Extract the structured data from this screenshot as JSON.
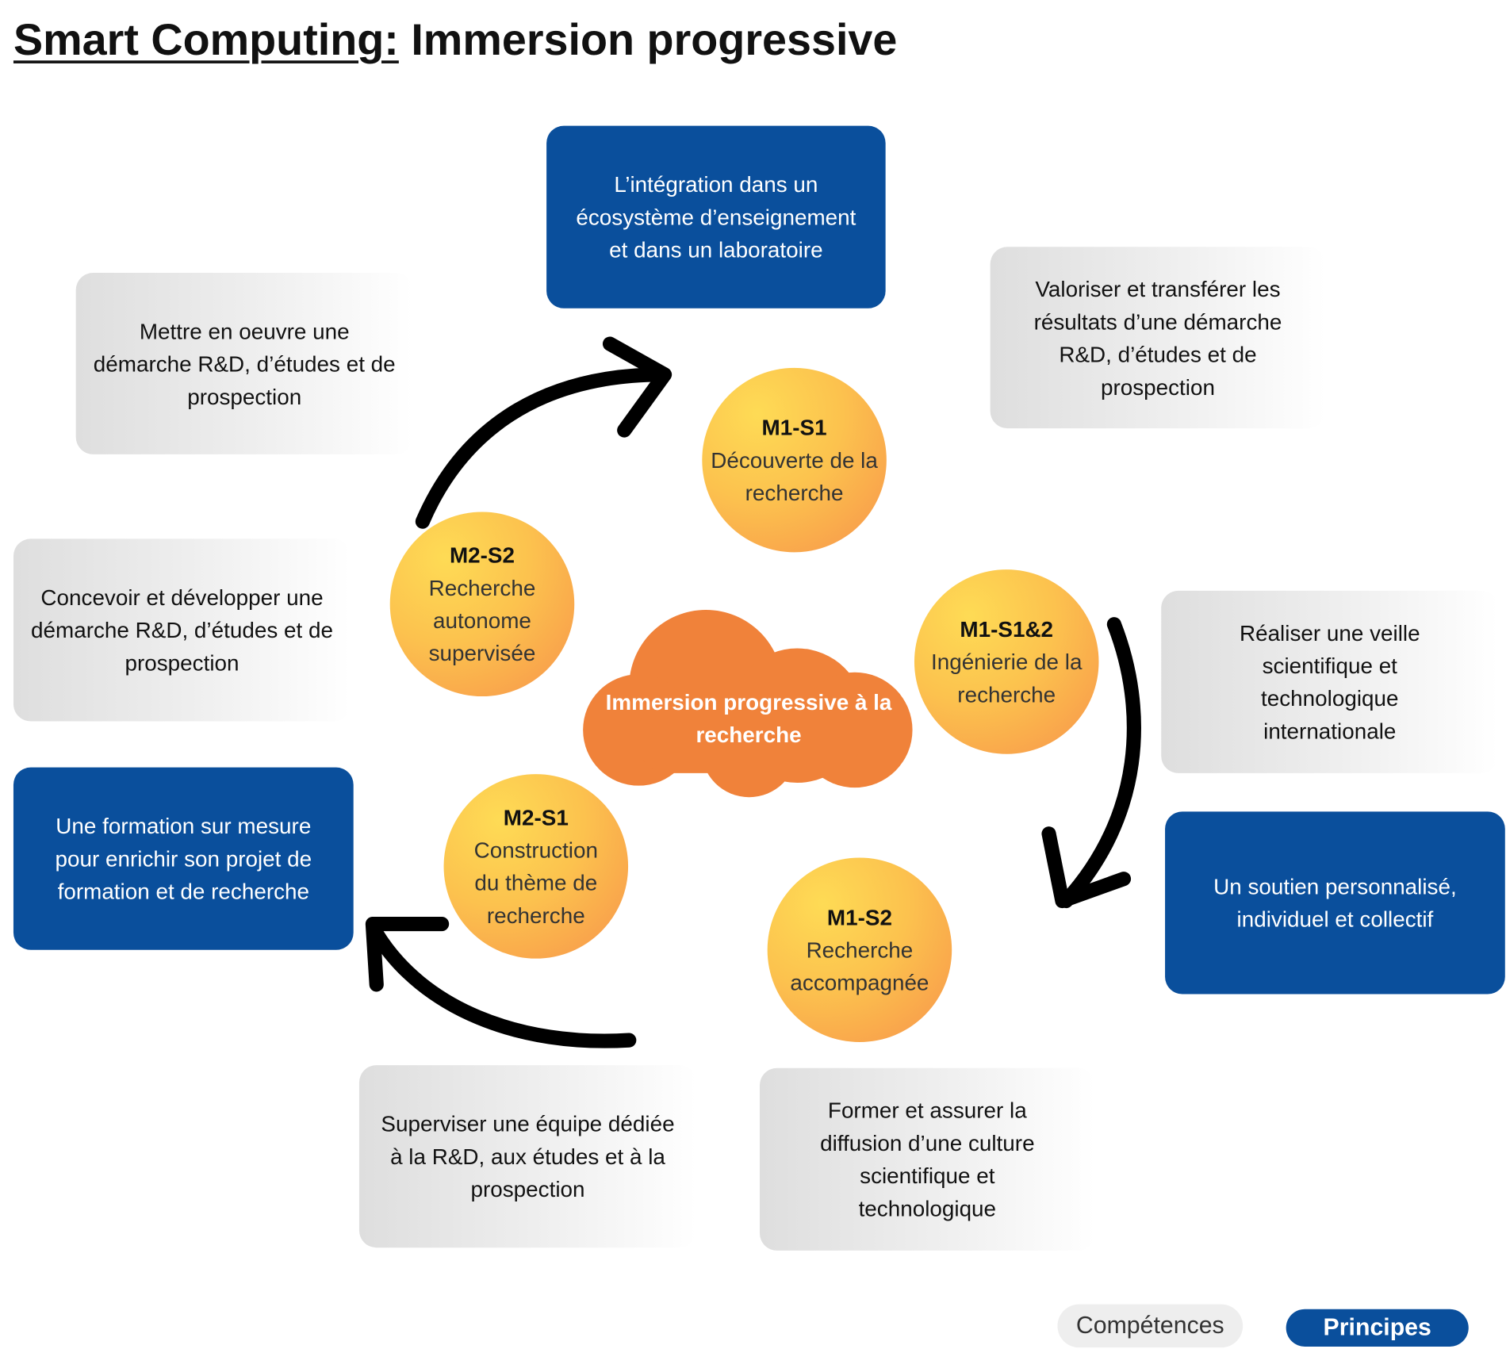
{
  "title": {
    "underlined": "Smart Computing:",
    "rest": " Immersion progressive"
  },
  "center": "Immersion progressive à la recherche",
  "stages": [
    {
      "code": "M1-S1",
      "label": "Découverte de la recherche"
    },
    {
      "code": "M1-S1&2",
      "label": "Ingénierie de la recherche"
    },
    {
      "code": "M1-S2",
      "label": "Recherche accompagnée"
    },
    {
      "code": "M2-S1",
      "label": "Construction du thème de recherche"
    },
    {
      "code": "M2-S2",
      "label": "Recherche autonome supervisée"
    }
  ],
  "principles": [
    "L’intégration dans un écosystème d’enseignement  et dans un laboratoire",
    "Un soutien personnalisé, individuel et collectif",
    "Une formation sur mesure pour enrichir son projet de formation et de recherche"
  ],
  "competences": [
    "Mettre en oeuvre une démarche R&D, d’études et de prospection",
    "Valoriser et transférer les résultats d’une démarche R&D, d’études et de prospection",
    "Concevoir et développer une démarche R&D, d’études et de prospection",
    "Réaliser une veille scientifique et technologique internationale",
    "Superviser une équipe dédiée à la R&D, aux études et à la prospection",
    "Former et assurer la diffusion d’une culture scientifique et technologique"
  ],
  "legend": {
    "competences": "Compétences",
    "principes": "Principes"
  },
  "colors": {
    "blue": "#0a4f9c",
    "orange": "#f0823a",
    "yellow": "#fedb55",
    "gray": "#dedede"
  }
}
